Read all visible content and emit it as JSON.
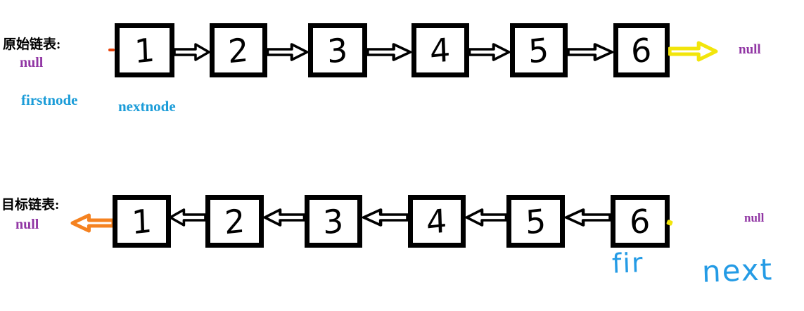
{
  "original": {
    "title": "原始链表:",
    "null_left": "null",
    "null_right": "null",
    "first_pointer_label": "firstnode",
    "next_pointer_label": "nextnode",
    "nodes": [
      "1",
      "2",
      "3",
      "4",
      "5",
      "6"
    ]
  },
  "target": {
    "title": "目标链表:",
    "null_left": "null",
    "null_right": "null",
    "first_pointer_label": "fir",
    "next_pointer_label": "next",
    "nodes": [
      "1",
      "2",
      "3",
      "4",
      "5",
      "6"
    ]
  },
  "colors": {
    "purple": "#9136A4",
    "pointer-blue": "#1B9CD8",
    "hand-blue": "#249BE5",
    "orange": "#F58220",
    "yellow": "#F2E50B",
    "ink": "#000000"
  }
}
